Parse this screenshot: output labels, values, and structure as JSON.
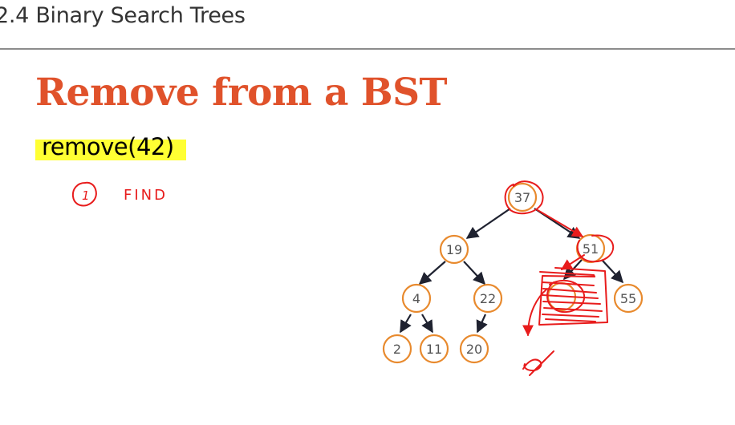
{
  "header": {
    "title": "2.4 Binary Search Trees"
  },
  "slide": {
    "title": "Remove from a BST",
    "code": "remove(42)",
    "annotation": {
      "step_number": "1",
      "step_text": "FIND"
    }
  },
  "tree": {
    "nodes": [
      {
        "id": "n37",
        "label": "37"
      },
      {
        "id": "n19",
        "label": "19"
      },
      {
        "id": "n51",
        "label": "51"
      },
      {
        "id": "n4",
        "label": "4"
      },
      {
        "id": "n22",
        "label": "22"
      },
      {
        "id": "n42",
        "label": ""
      },
      {
        "id": "n55",
        "label": "55"
      },
      {
        "id": "n2",
        "label": "2"
      },
      {
        "id": "n11",
        "label": "11"
      },
      {
        "id": "n20",
        "label": "20"
      }
    ]
  },
  "colors": {
    "title": "#e0522b",
    "node_stroke": "#e88a2e",
    "edge": "#1f2230",
    "ink": "#e81c1c",
    "highlight": "#ffff33"
  }
}
